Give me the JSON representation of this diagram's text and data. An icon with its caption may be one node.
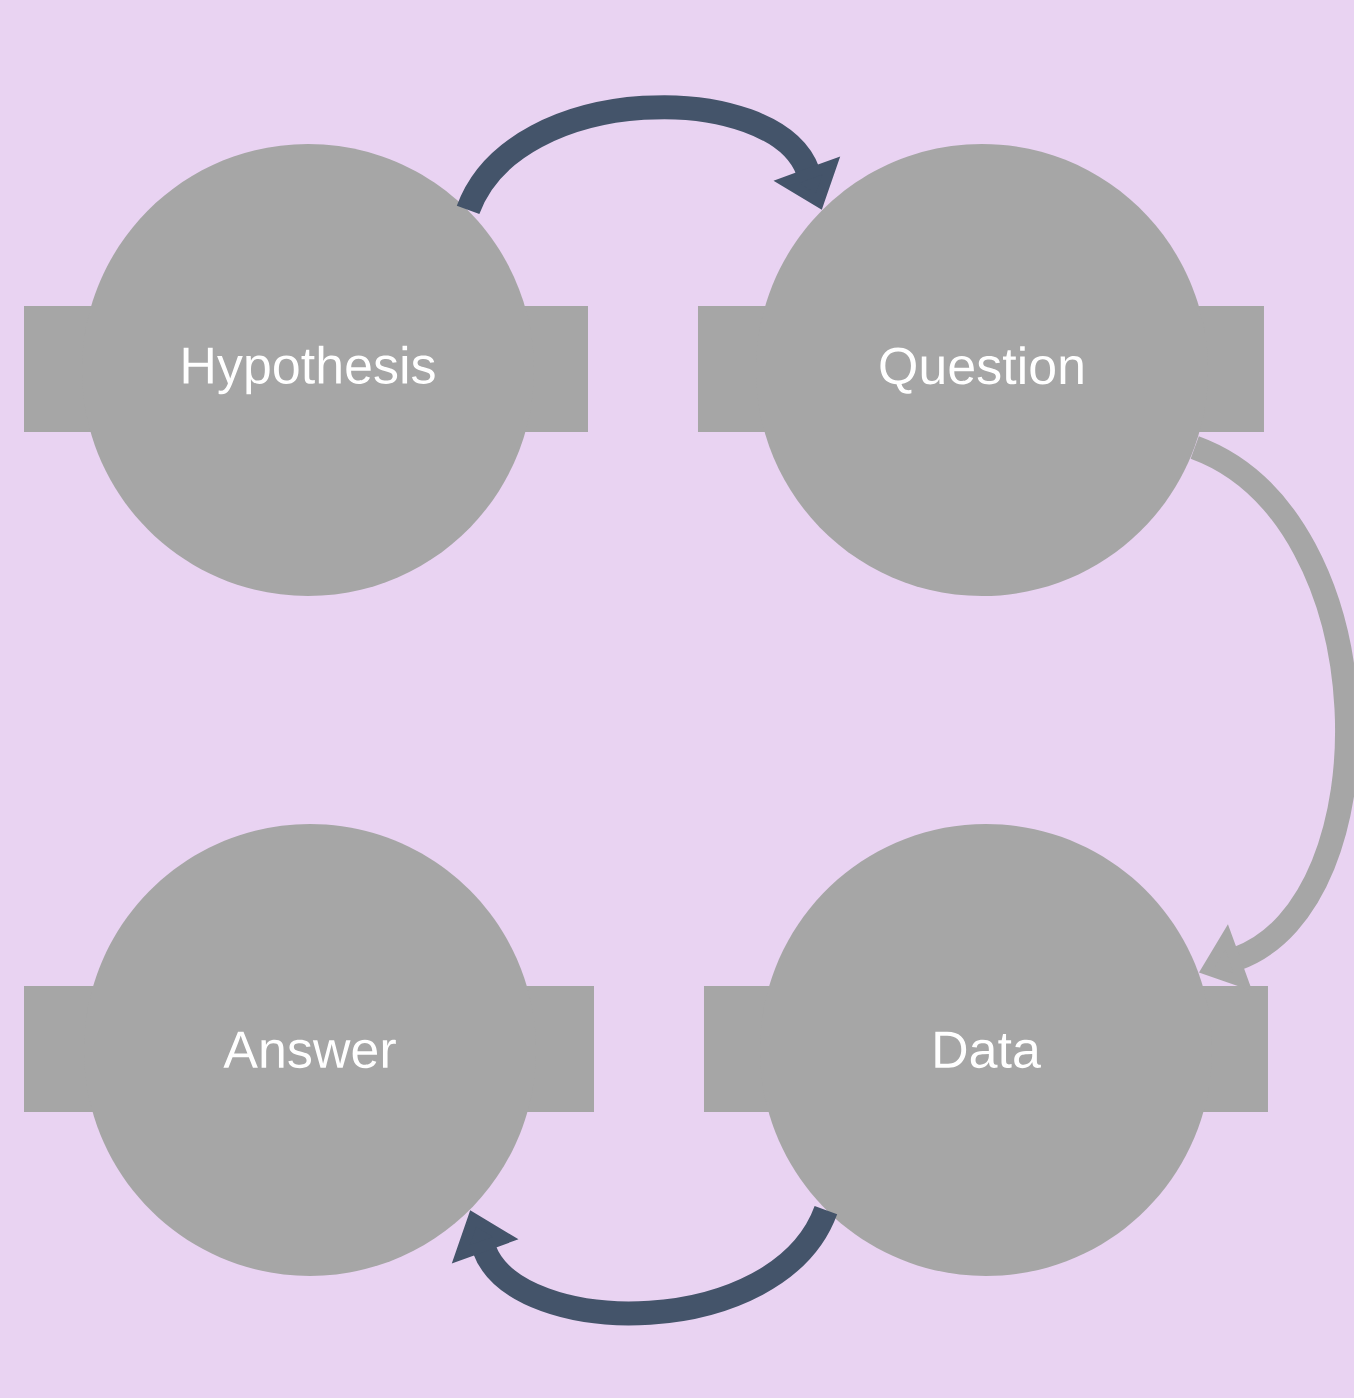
{
  "diagram": {
    "nodes": [
      {
        "text": [
          "Hypothesis"
        ]
      },
      {
        "text": [
          "Question"
        ]
      },
      {
        "text": [
          "Data"
        ]
      },
      {
        "text": [
          "Answer"
        ]
      }
    ],
    "edges": [
      {
        "from": 0,
        "to": 1,
        "arrow": "to"
      },
      {
        "from": 1,
        "to": 2,
        "arrow": "to",
        "color": "#a6a6a6"
      },
      {
        "from": 2,
        "to": 3,
        "arrow": "to"
      }
    ]
  }
}
